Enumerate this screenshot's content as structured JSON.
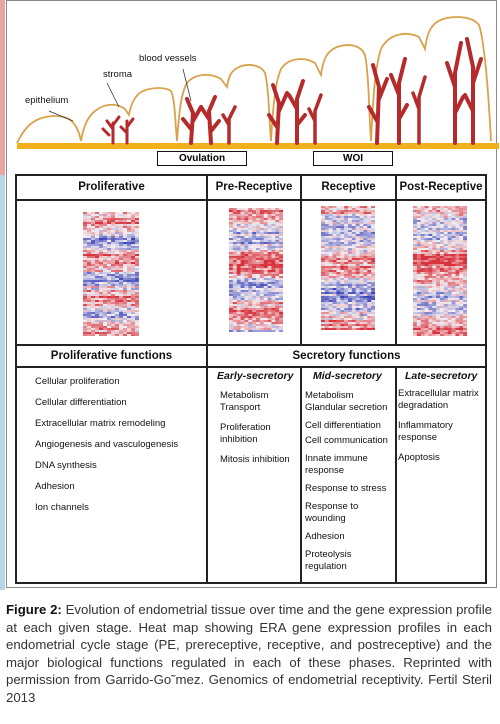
{
  "diagram": {
    "labels": {
      "epithelium": "epithelium",
      "stroma": "stroma",
      "blood_vessels": "blood vessels"
    },
    "stages": {
      "ovulation": "Ovulation",
      "woi": "WOI"
    },
    "colors": {
      "membrane": "#d9a24a",
      "base_line": "#f2b01c",
      "vessel": "#b52a2a"
    }
  },
  "table": {
    "columns": [
      {
        "title": "Proliferative"
      },
      {
        "title": "Pre-Receptive"
      },
      {
        "title": "Receptive"
      },
      {
        "title": "Post-Receptive"
      }
    ],
    "proliferative_functions": {
      "title": "Proliferative functions",
      "items": [
        "Cellular proliferation",
        "Cellular differentiation",
        "Extracellular matrix remodeling",
        "Angiogenesis and vasculogenesis",
        "DNA synthesis",
        "Adhesion",
        "Ion channels"
      ]
    },
    "secretory_functions": {
      "title": "Secretory functions",
      "early": {
        "title": "Early-secretory",
        "items": [
          "Metabolism",
          "Transport",
          "Proliferation inhibition",
          "Mitosis inhibition"
        ]
      },
      "mid": {
        "title": "Mid-secretory",
        "items": [
          "Metabolism",
          "Glandular secretion",
          "Cell differentiation",
          "Cell communication",
          "Innate immune response",
          "Response to stress",
          "Response to wounding",
          "Adhesion",
          "Proteolysis regulation"
        ]
      },
      "late": {
        "title": "Late-secretory",
        "items": [
          "Extracellular matrix degradation",
          "Inflammatory response",
          "Apoptosis"
        ]
      }
    },
    "heatmap_colors": {
      "red": "#d8323c",
      "blue": "#3d46b8",
      "white": "#f4f0f2"
    }
  },
  "caption": {
    "label": "Figure 2:",
    "text": " Evolution of endometrial tissue over time and the gene expression profile at each given stage. Heat map showing ERA gene expression profiles in each endometrial cycle stage (PE, prereceptive, receptive, and postreceptive) and the major biological functions regulated in each of these phases. Reprinted with permission from Garrido-Go˜mez. Genomics of endometrial receptivity. Fertil Steril 2013"
  }
}
